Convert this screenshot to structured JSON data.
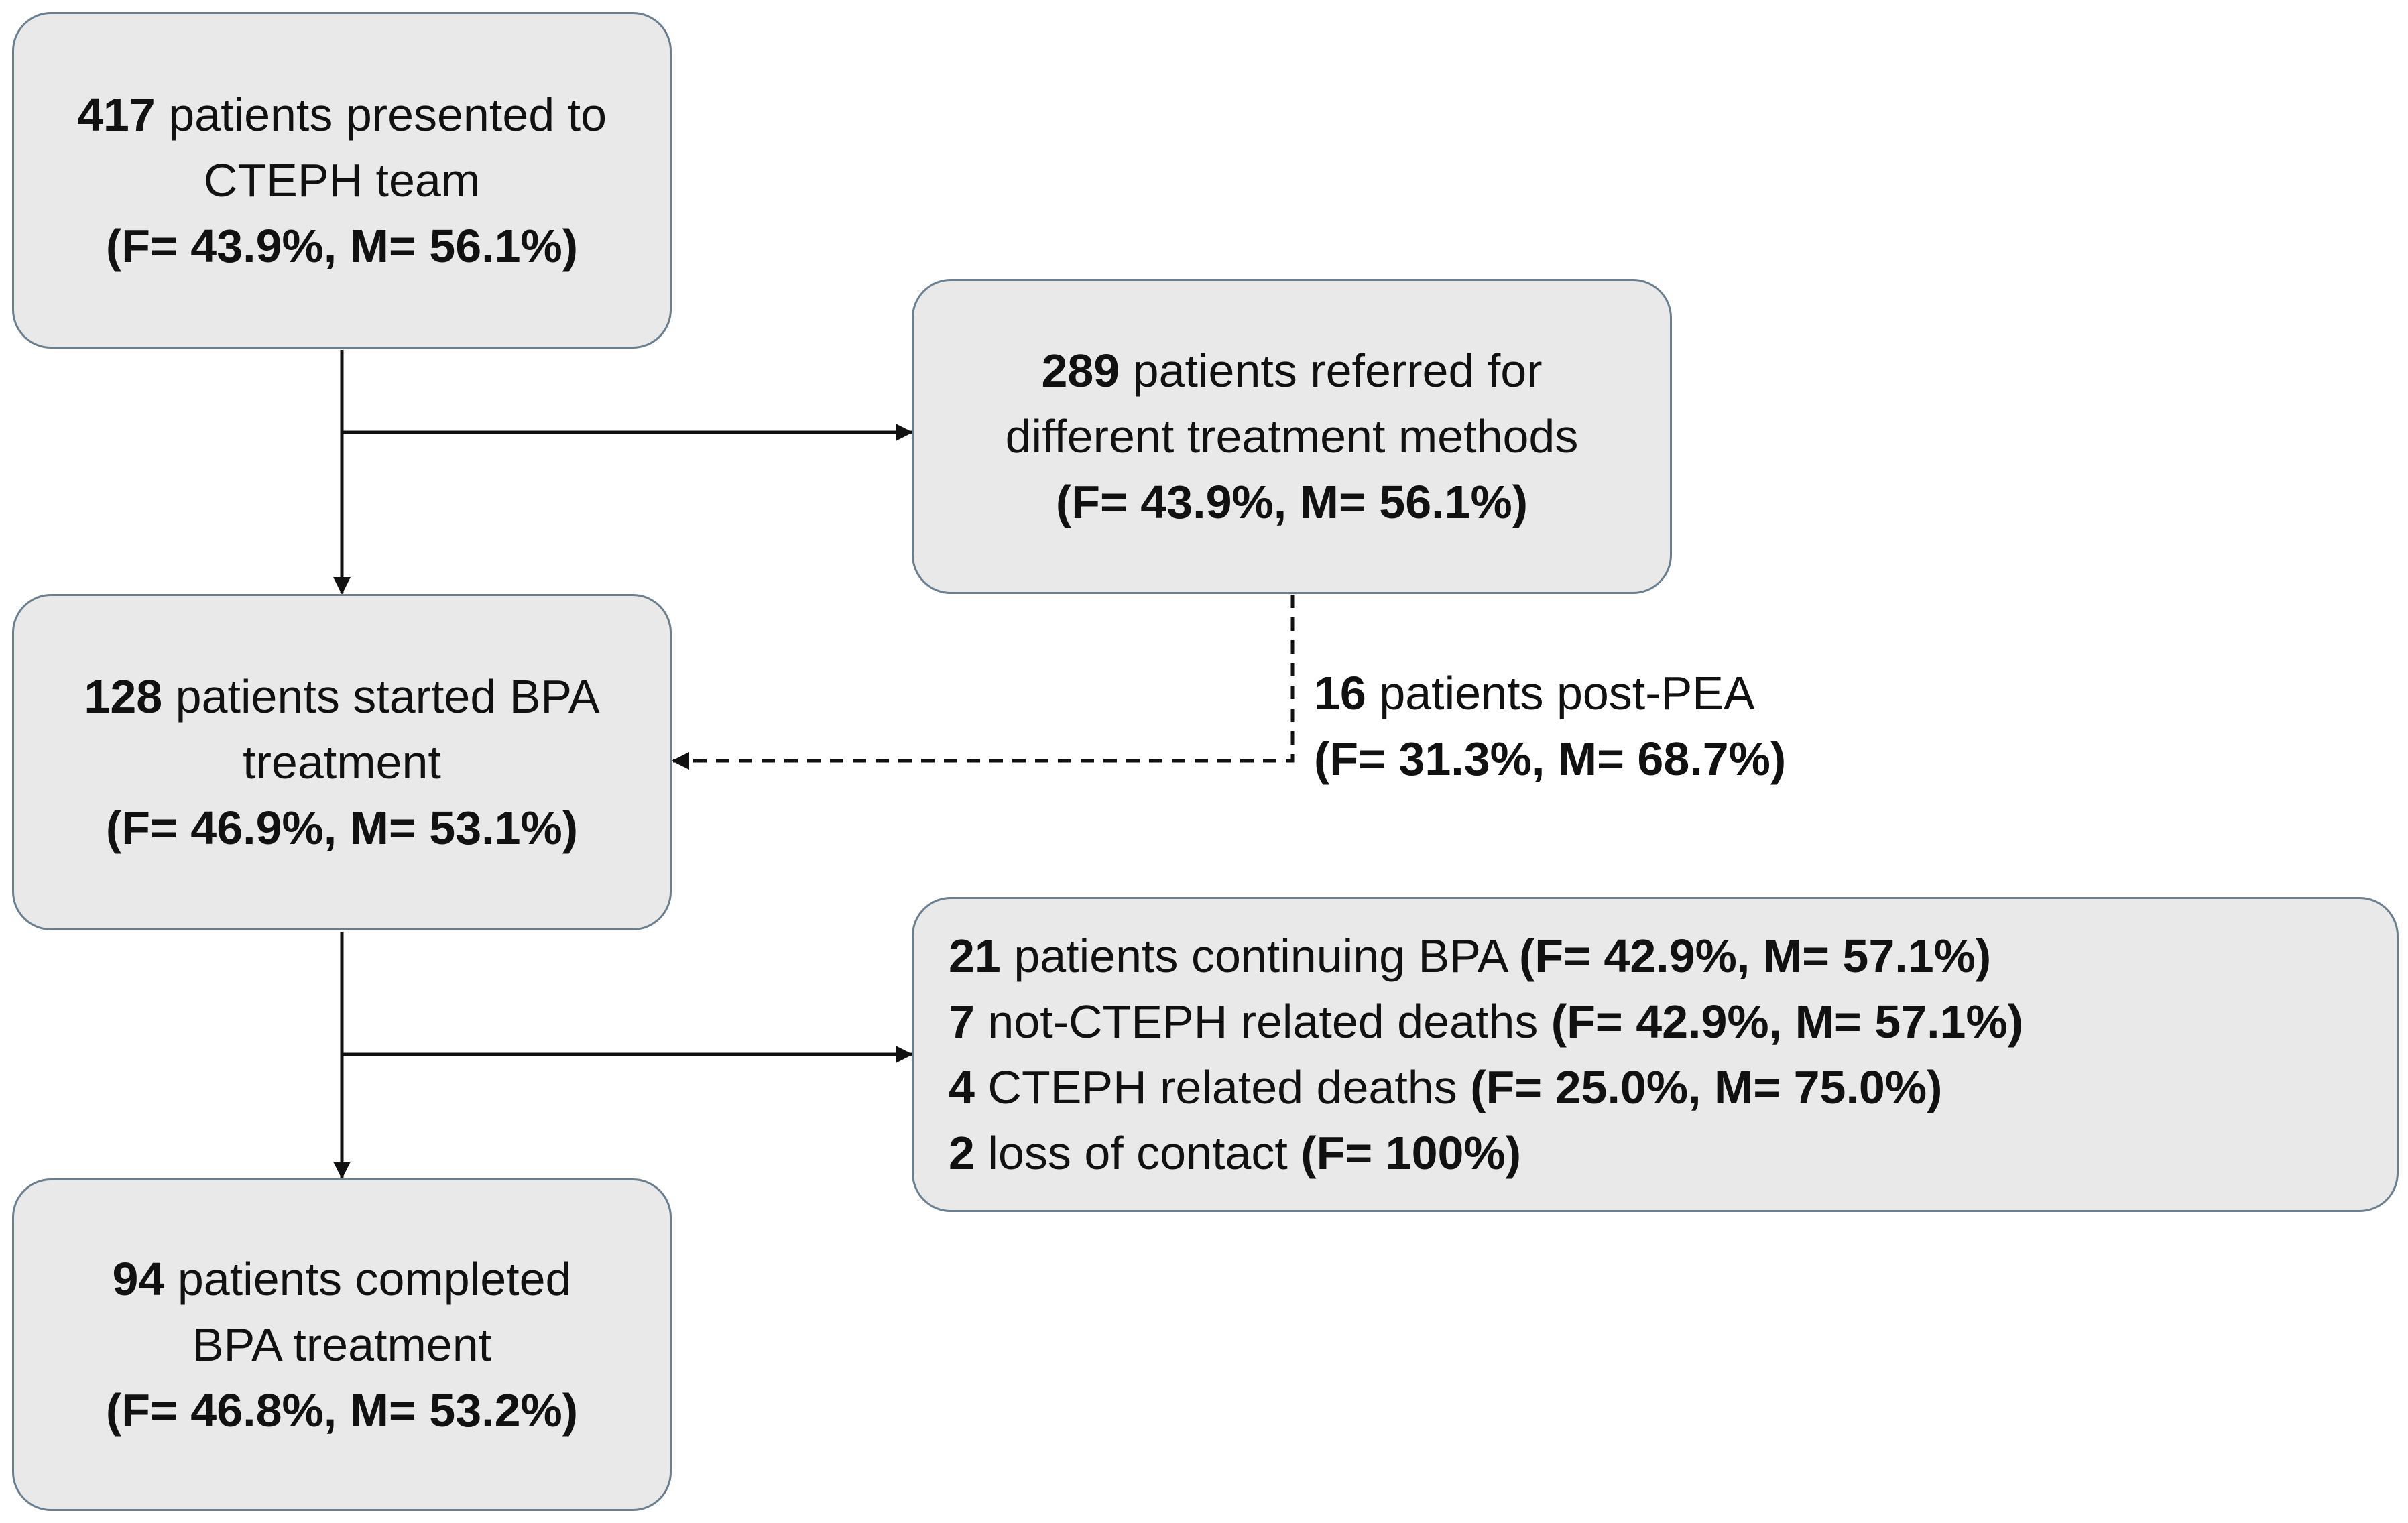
{
  "boxes": {
    "presented": {
      "count": "417",
      "line1_rest": " patients presented to",
      "line2": "CTEPH team",
      "line3": "(F= 43.9%, M= 56.1%)"
    },
    "referred": {
      "count": "289",
      "line1_rest": " patients referred for",
      "line2": "different treatment methods",
      "line3": "(F= 43.9%, M= 56.1%)"
    },
    "started": {
      "count": "128",
      "line1_rest": " patients started BPA",
      "line2": "treatment",
      "line3": "(F= 46.9%, M= 53.1%)"
    },
    "completed": {
      "count": "94",
      "line1_rest": " patients completed",
      "line2": "BPA treatment",
      "line3": "(F= 46.8%, M= 53.2%)"
    },
    "outcomes": [
      {
        "count": "21",
        "text": " patients continuing BPA ",
        "stats": "(F= 42.9%, M= 57.1%)"
      },
      {
        "count": "7",
        "text": " not-CTEPH related deaths ",
        "stats": "(F= 42.9%, M= 57.1%)"
      },
      {
        "count": "4",
        "text": " CTEPH related deaths ",
        "stats": "(F= 25.0%, M= 75.0%)"
      },
      {
        "count": "2",
        "text": " loss of contact ",
        "stats": "(F= 100%)"
      }
    ]
  },
  "post_pea": {
    "count": "16",
    "text": " patients post-PEA",
    "stats": "(F= 31.3%, M= 68.7%)"
  },
  "colors": {
    "box_fill": "#e9e9e9",
    "box_border": "#6b7f8f",
    "arrow": "#111111"
  }
}
